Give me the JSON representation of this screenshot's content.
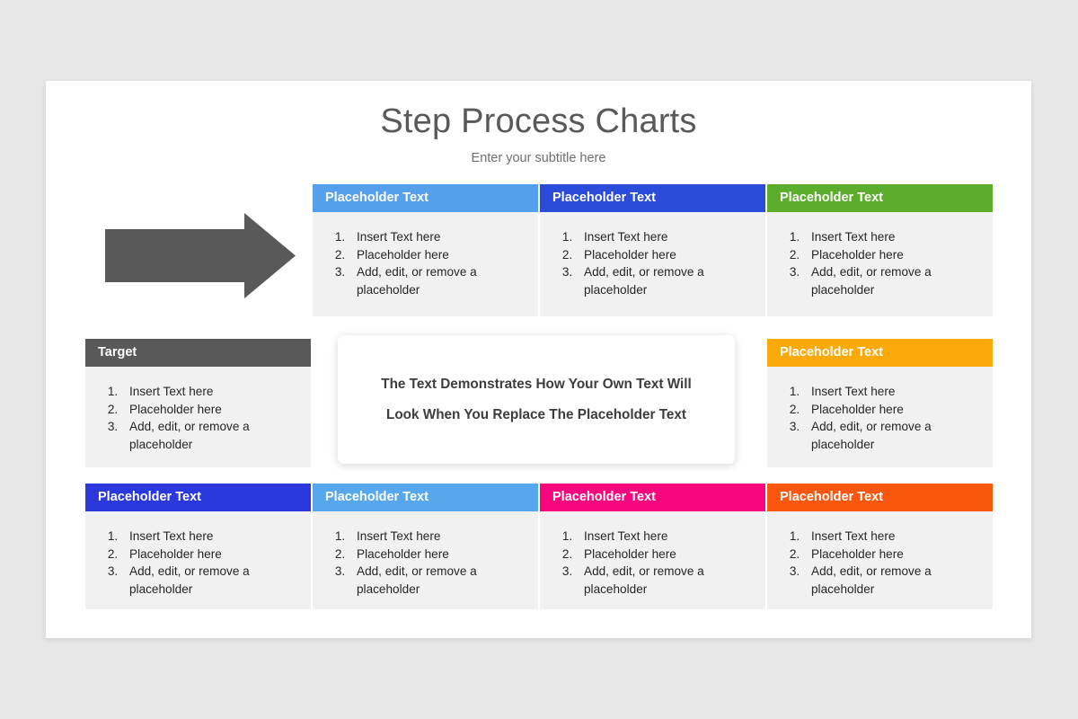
{
  "slide": {
    "title": "Step Process Charts",
    "subtitle": "Enter your subtitle here"
  },
  "arrow": {
    "name": "right-block-arrow",
    "color": "#595959"
  },
  "center_box": {
    "line1": "The Text Demonstrates How Your Own Text Will",
    "line2": "Look When You Replace The Placeholder Text"
  },
  "list_items": {
    "item1": "Insert Text here",
    "item2": "Placeholder here",
    "item3": "Add, edit, or remove a placeholder"
  },
  "cards": [
    {
      "id": "top-1",
      "title": "Placeholder Text",
      "color": "#54A0ED",
      "items": [
        "Insert Text here",
        "Placeholder here",
        "Add, edit, or remove a placeholder"
      ]
    },
    {
      "id": "top-2",
      "title": "Placeholder Text",
      "color": "#2B4BDB",
      "items": [
        "Insert Text here",
        "Placeholder here",
        "Add, edit, or remove a placeholder"
      ]
    },
    {
      "id": "top-3",
      "title": "Placeholder Text",
      "color": "#5CAD2C",
      "items": [
        "Insert Text here",
        "Placeholder here",
        "Add, edit, or remove a placeholder"
      ]
    },
    {
      "id": "mid-target",
      "title": "Target",
      "color": "#595959",
      "items": [
        "Insert Text here",
        "Placeholder here",
        "Add, edit, or remove a placeholder"
      ]
    },
    {
      "id": "mid-right",
      "title": "Placeholder Text",
      "color": "#F9A908",
      "items": [
        "Insert Text here",
        "Placeholder here",
        "Add, edit, or remove a placeholder"
      ]
    },
    {
      "id": "bot-1",
      "title": "Placeholder Text",
      "color": "#2B38DB",
      "items": [
        "Insert Text here",
        "Placeholder here",
        "Add, edit, or remove a placeholder"
      ]
    },
    {
      "id": "bot-2",
      "title": "Placeholder Text",
      "color": "#56A7EC",
      "items": [
        "Insert Text here",
        "Placeholder here",
        "Add, edit, or remove a placeholder"
      ]
    },
    {
      "id": "bot-3",
      "title": "Placeholder Text",
      "color": "#F8067E",
      "items": [
        "Insert Text here",
        "Placeholder here",
        "Add, edit, or remove a placeholder"
      ]
    },
    {
      "id": "bot-4",
      "title": "Placeholder Text",
      "color": "#FA570E",
      "items": [
        "Insert Text here",
        "Placeholder here",
        "Add, edit, or remove a placeholder"
      ]
    }
  ]
}
